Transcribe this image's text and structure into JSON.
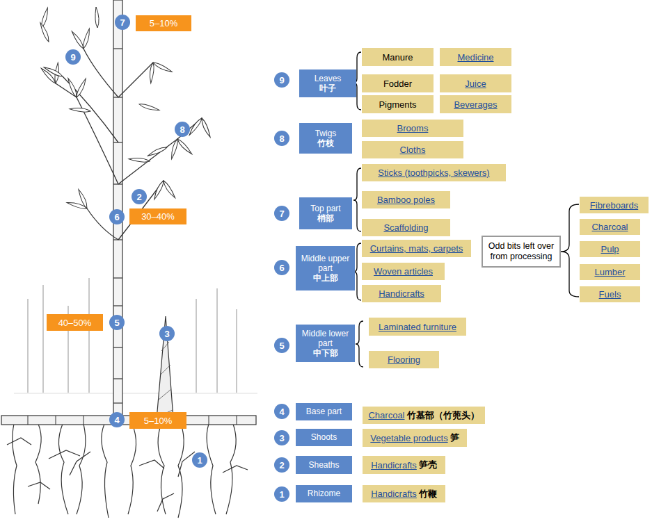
{
  "diagram": {
    "nodes": [
      {
        "text": [
          "7"
        ]
      },
      {
        "text": [
          "5–10%"
        ]
      },
      {
        "text": [
          "9"
        ]
      },
      {
        "text": [
          "8"
        ]
      },
      {
        "text": [
          "2"
        ]
      },
      {
        "text": [
          "6"
        ]
      },
      {
        "text": [
          "30–40%"
        ]
      },
      {
        "text": [
          "40–50%"
        ]
      },
      {
        "text": [
          "5"
        ]
      },
      {
        "text": [
          "3"
        ]
      },
      {
        "text": [
          "4"
        ]
      },
      {
        "text": [
          "5–10%"
        ]
      },
      {
        "text": [
          "1"
        ]
      },
      {
        "text": [
          "9"
        ]
      },
      {
        "text": [
          "Leaves",
          "叶子"
        ]
      },
      {
        "text": [
          "Manure"
        ]
      },
      {
        "text": [
          "Medicine"
        ]
      },
      {
        "text": [
          "Fodder"
        ]
      },
      {
        "text": [
          "Juice"
        ]
      },
      {
        "text": [
          "Pigments"
        ]
      },
      {
        "text": [
          "Beverages"
        ]
      },
      {
        "text": [
          "8"
        ]
      },
      {
        "text": [
          "Twigs",
          "竹枝"
        ]
      },
      {
        "text": [
          "Brooms"
        ]
      },
      {
        "text": [
          "Cloths"
        ]
      },
      {
        "text": [
          "7"
        ]
      },
      {
        "text": [
          "Top part",
          "梢部"
        ]
      },
      {
        "text": [
          "Sticks (toothpicks, skewers)"
        ]
      },
      {
        "text": [
          "Bamboo poles"
        ]
      },
      {
        "text": [
          "Scaffolding"
        ]
      },
      {
        "text": [
          "6"
        ]
      },
      {
        "text": [
          "Middle upper part",
          "中上部"
        ]
      },
      {
        "text": [
          "Curtains, mats, carpets"
        ]
      },
      {
        "text": [
          "Woven articles"
        ]
      },
      {
        "text": [
          "Handicrafts"
        ]
      },
      {
        "text": [
          "Odd bits left over from processing"
        ]
      },
      {
        "text": [
          "Fibreboards"
        ]
      },
      {
        "text": [
          "Charcoal"
        ]
      },
      {
        "text": [
          "Pulp"
        ]
      },
      {
        "text": [
          "Lumber"
        ]
      },
      {
        "text": [
          "Fuels"
        ]
      },
      {
        "text": [
          "5"
        ]
      },
      {
        "text": [
          "Middle lower part",
          "中下部"
        ]
      },
      {
        "text": [
          "Laminated furniture"
        ]
      },
      {
        "text": [
          "Flooring"
        ]
      },
      {
        "text": [
          "4"
        ]
      },
      {
        "text": [
          "Base part"
        ]
      },
      {
        "text": [
          "Charcoal",
          "竹基部（竹蔸头）"
        ]
      },
      {
        "text": [
          "3"
        ]
      },
      {
        "text": [
          "Shoots"
        ]
      },
      {
        "text": [
          "Vegetable products",
          "笋"
        ]
      },
      {
        "text": [
          "2"
        ]
      },
      {
        "text": [
          "Sheaths"
        ]
      },
      {
        "text": [
          "Handicrafts",
          "笋壳"
        ]
      },
      {
        "text": [
          "1"
        ]
      },
      {
        "text": [
          "Rhizome"
        ]
      },
      {
        "text": [
          "Handicrafts",
          "竹鞭"
        ]
      }
    ]
  }
}
